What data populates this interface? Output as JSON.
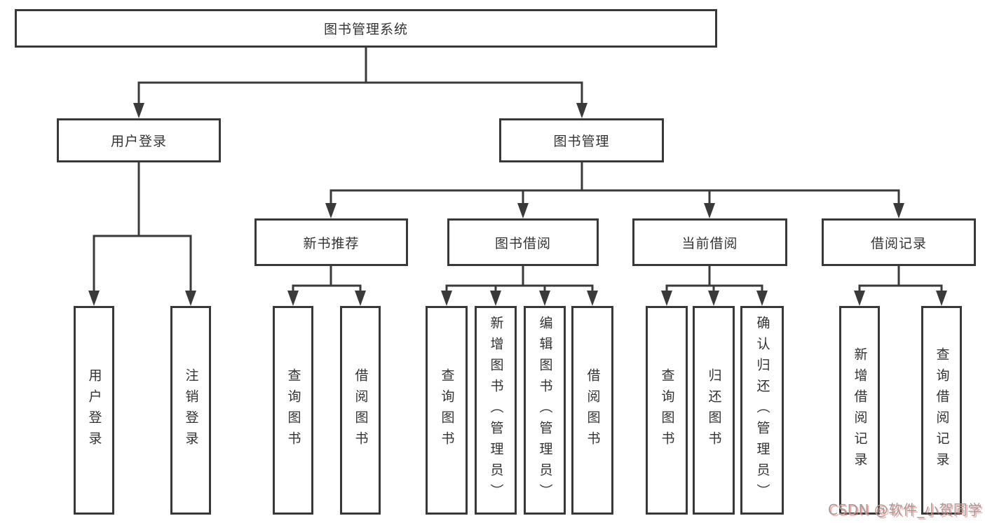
{
  "style": {
    "background": "#ffffff",
    "line_color": "#3a3a3a",
    "box_border_color": "#383838",
    "text_color": "#333333",
    "watermark_gray": "#9e9e9e",
    "watermark_red_shadow": "#ff6e5f"
  },
  "watermark": {
    "text": "CSDN @软件_小贺同学"
  },
  "tree": {
    "root": {
      "label": "图书管理系统",
      "children": [
        {
          "label": "用户登录",
          "children": [
            {
              "label": "用户登录"
            },
            {
              "label": "注销登录"
            }
          ]
        },
        {
          "label": "图书管理",
          "children": [
            {
              "label": "新书推荐",
              "children": [
                {
                  "label": "查询图书"
                },
                {
                  "label": "借阅图书"
                }
              ]
            },
            {
              "label": "图书借阅",
              "children": [
                {
                  "label": "查询图书"
                },
                {
                  "label": "新增图书（管理员）"
                },
                {
                  "label": "编辑图书（管理员）"
                },
                {
                  "label": "借阅图书"
                }
              ]
            },
            {
              "label": "当前借阅",
              "children": [
                {
                  "label": "查询图书"
                },
                {
                  "label": "归还图书"
                },
                {
                  "label": "确认归还（管理员）"
                }
              ]
            },
            {
              "label": "借阅记录",
              "children": [
                {
                  "label": "新增借阅记录"
                },
                {
                  "label": "查询借阅记录"
                }
              ]
            }
          ]
        }
      ]
    }
  }
}
